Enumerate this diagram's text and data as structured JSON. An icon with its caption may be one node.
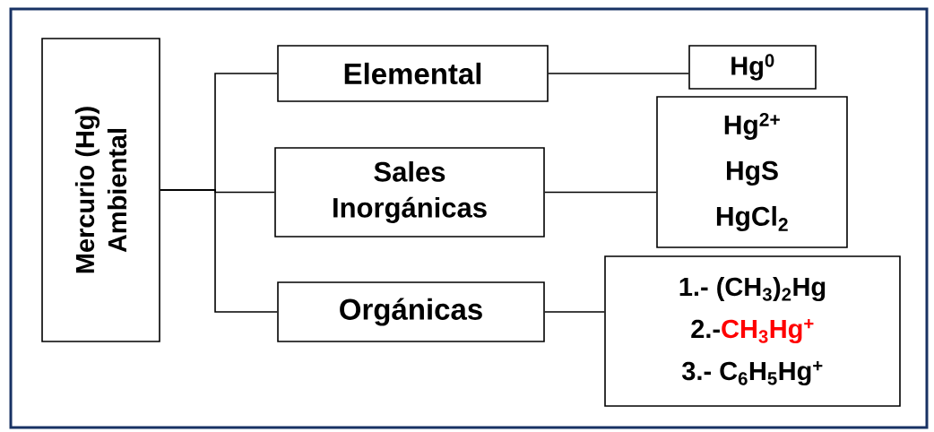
{
  "diagram": {
    "nodes": [
      {
        "text": [
          "Mercurio (Hg) Ambiental"
        ]
      },
      {
        "text": [
          "Elemental"
        ]
      },
      {
        "text": [
          "Sales Inorgánicas"
        ]
      },
      {
        "text": [
          "Orgánicas"
        ]
      },
      {
        "text": [
          "Hg$^{0}$"
        ]
      },
      {
        "text": [
          "Hg$^{2+}$",
          "HgS",
          "HgCl$_{2}$"
        ]
      },
      {
        "text": [
          "1.- (CH$_{3}$)$_{2}$Hg",
          "2.-",
          "CH$_{3}$Hg$^{+}$",
          "3.- C$_{6}$H$_{5}$Hg$^{+}$"
        ]
      }
    ],
    "edges": [
      {
        "from": 0,
        "to": 1,
        "arrow": "none"
      },
      {
        "from": 0,
        "to": 2,
        "arrow": "none"
      },
      {
        "from": 0,
        "to": 3,
        "arrow": "none"
      },
      {
        "from": 1,
        "to": 4,
        "arrow": "none"
      },
      {
        "from": 2,
        "to": 5,
        "arrow": "none"
      },
      {
        "from": 3,
        "to": 6,
        "arrow": "none"
      }
    ]
  }
}
